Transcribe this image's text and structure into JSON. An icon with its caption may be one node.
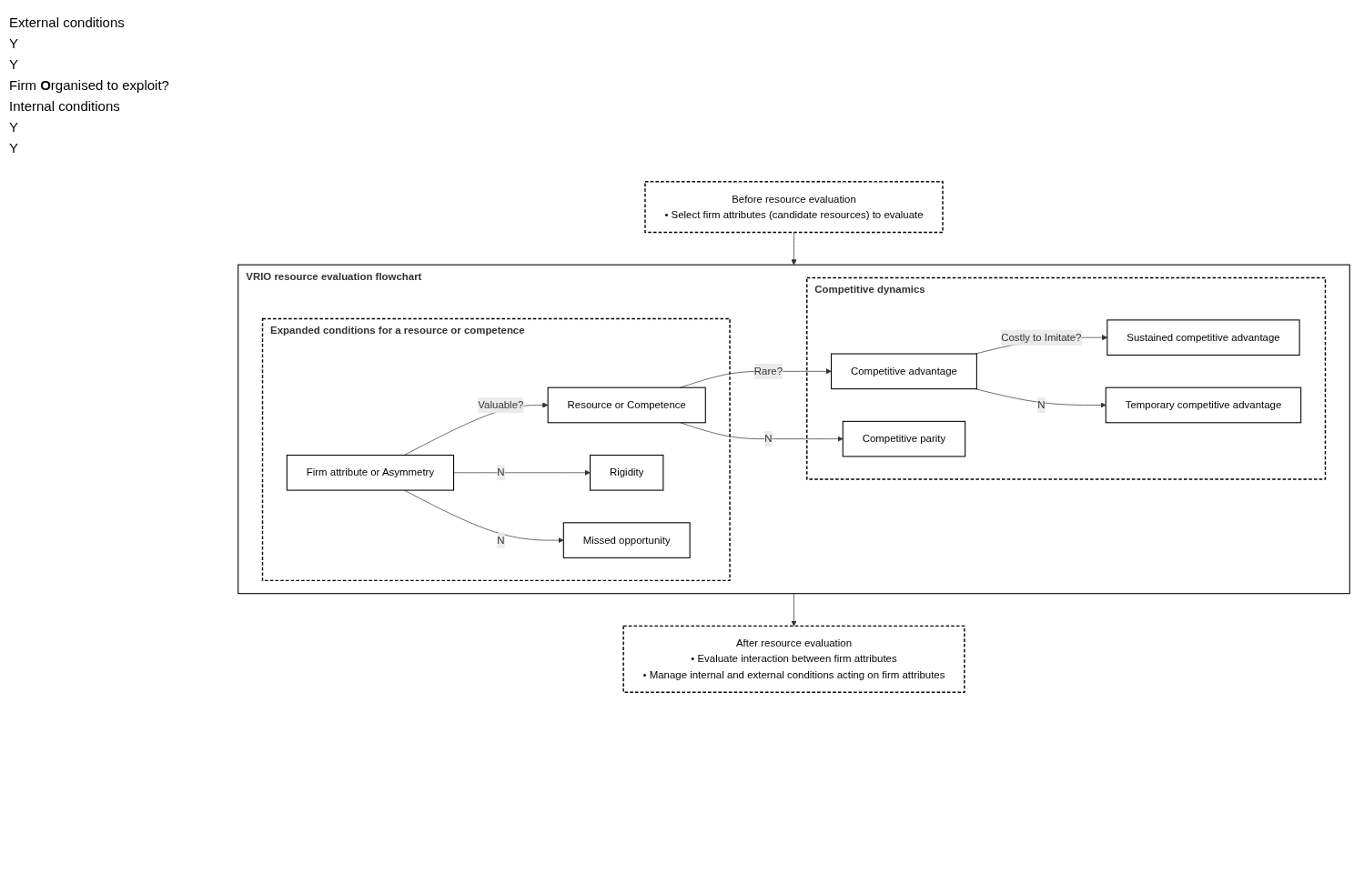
{
  "diagram": {
    "nodes": [
      {
        "text": [
          "Before resource evaluation",
          "• Select firm attributes (candidate resources) to evaluate"
        ]
      },
      {
        "text": [
          "VRIO resource evaluation flowchart"
        ]
      },
      {
        "text": [
          "Expanded conditions for a resource or competence"
        ],
        "in": 1
      },
      {
        "text": [
          "Firm attribute or Asymmetry"
        ],
        "in": 2
      },
      {
        "text": [
          "Rigidity"
        ],
        "in": 2
      },
      {
        "text": [
          "Resource or Competence"
        ],
        "in": 2
      },
      {
        "text": [
          "Missed opportunity"
        ],
        "in": 2
      },
      {
        "text": [
          "Competitive dynamics"
        ],
        "in": 1
      },
      {
        "text": [
          "Competitive advantage"
        ],
        "in": 7
      },
      {
        "text": [
          "Sustained competitive advantage"
        ],
        "in": 7
      },
      {
        "text": [
          "Competitive parity"
        ],
        "in": 7
      },
      {
        "text": [
          "Temporary competitive advantage"
        ],
        "in": 7
      },
      {
        "text": [
          "After resource evaluation",
          "• Evaluate interaction between firm attributes",
          "• Manage internal and external conditions acting on firm attributes"
        ]
      }
    ],
    "edges": [
      {
        "from": 0,
        "to": 1,
        "arrow": "to"
      },
      {
        "from": 3,
        "to": 5,
        "arrow": "to",
        "label": "Valuable?"
      },
      {
        "from": 3,
        "to": 4,
        "arrow": "to",
        "label": "N"
      },
      {
        "from": 3,
        "to": 6,
        "arrow": "to",
        "label": "N"
      },
      {
        "from": 5,
        "to": 8,
        "arrow": "to",
        "label": "Rare?"
      },
      {
        "from": 5,
        "to": 10,
        "arrow": "to",
        "label": "N"
      },
      {
        "from": 8,
        "to": 9,
        "arrow": "to",
        "label": "Costly to Imitate?"
      },
      {
        "from": 8,
        "to": 11,
        "arrow": "to",
        "label": "N"
      },
      {
        "from": 1,
        "to": 12,
        "arrow": "to"
      }
    ],
    "labels": [
      "External conditions",
      "Y",
      "Y",
      "Firm **O**rganised to exploit?",
      "Internal conditions",
      "Y",
      "Y"
    ]
  }
}
